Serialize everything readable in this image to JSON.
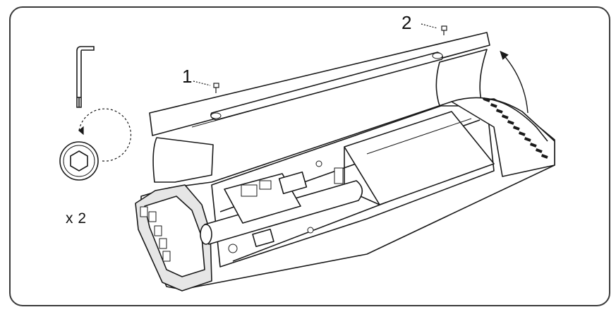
{
  "callouts": {
    "screw_1": "1",
    "screw_2": "2"
  },
  "quantity_label": "x 2",
  "icons": {
    "tool": "allen-key-icon",
    "socket": "hex-socket-icon",
    "rotation": "counterclockwise-arrow-icon",
    "lift": "lift-arrow-icon"
  },
  "colors": {
    "line": "#1a1a1a",
    "frame": "#3a3a3a",
    "fill": "#ffffff",
    "shade": "#e6e6e6"
  }
}
